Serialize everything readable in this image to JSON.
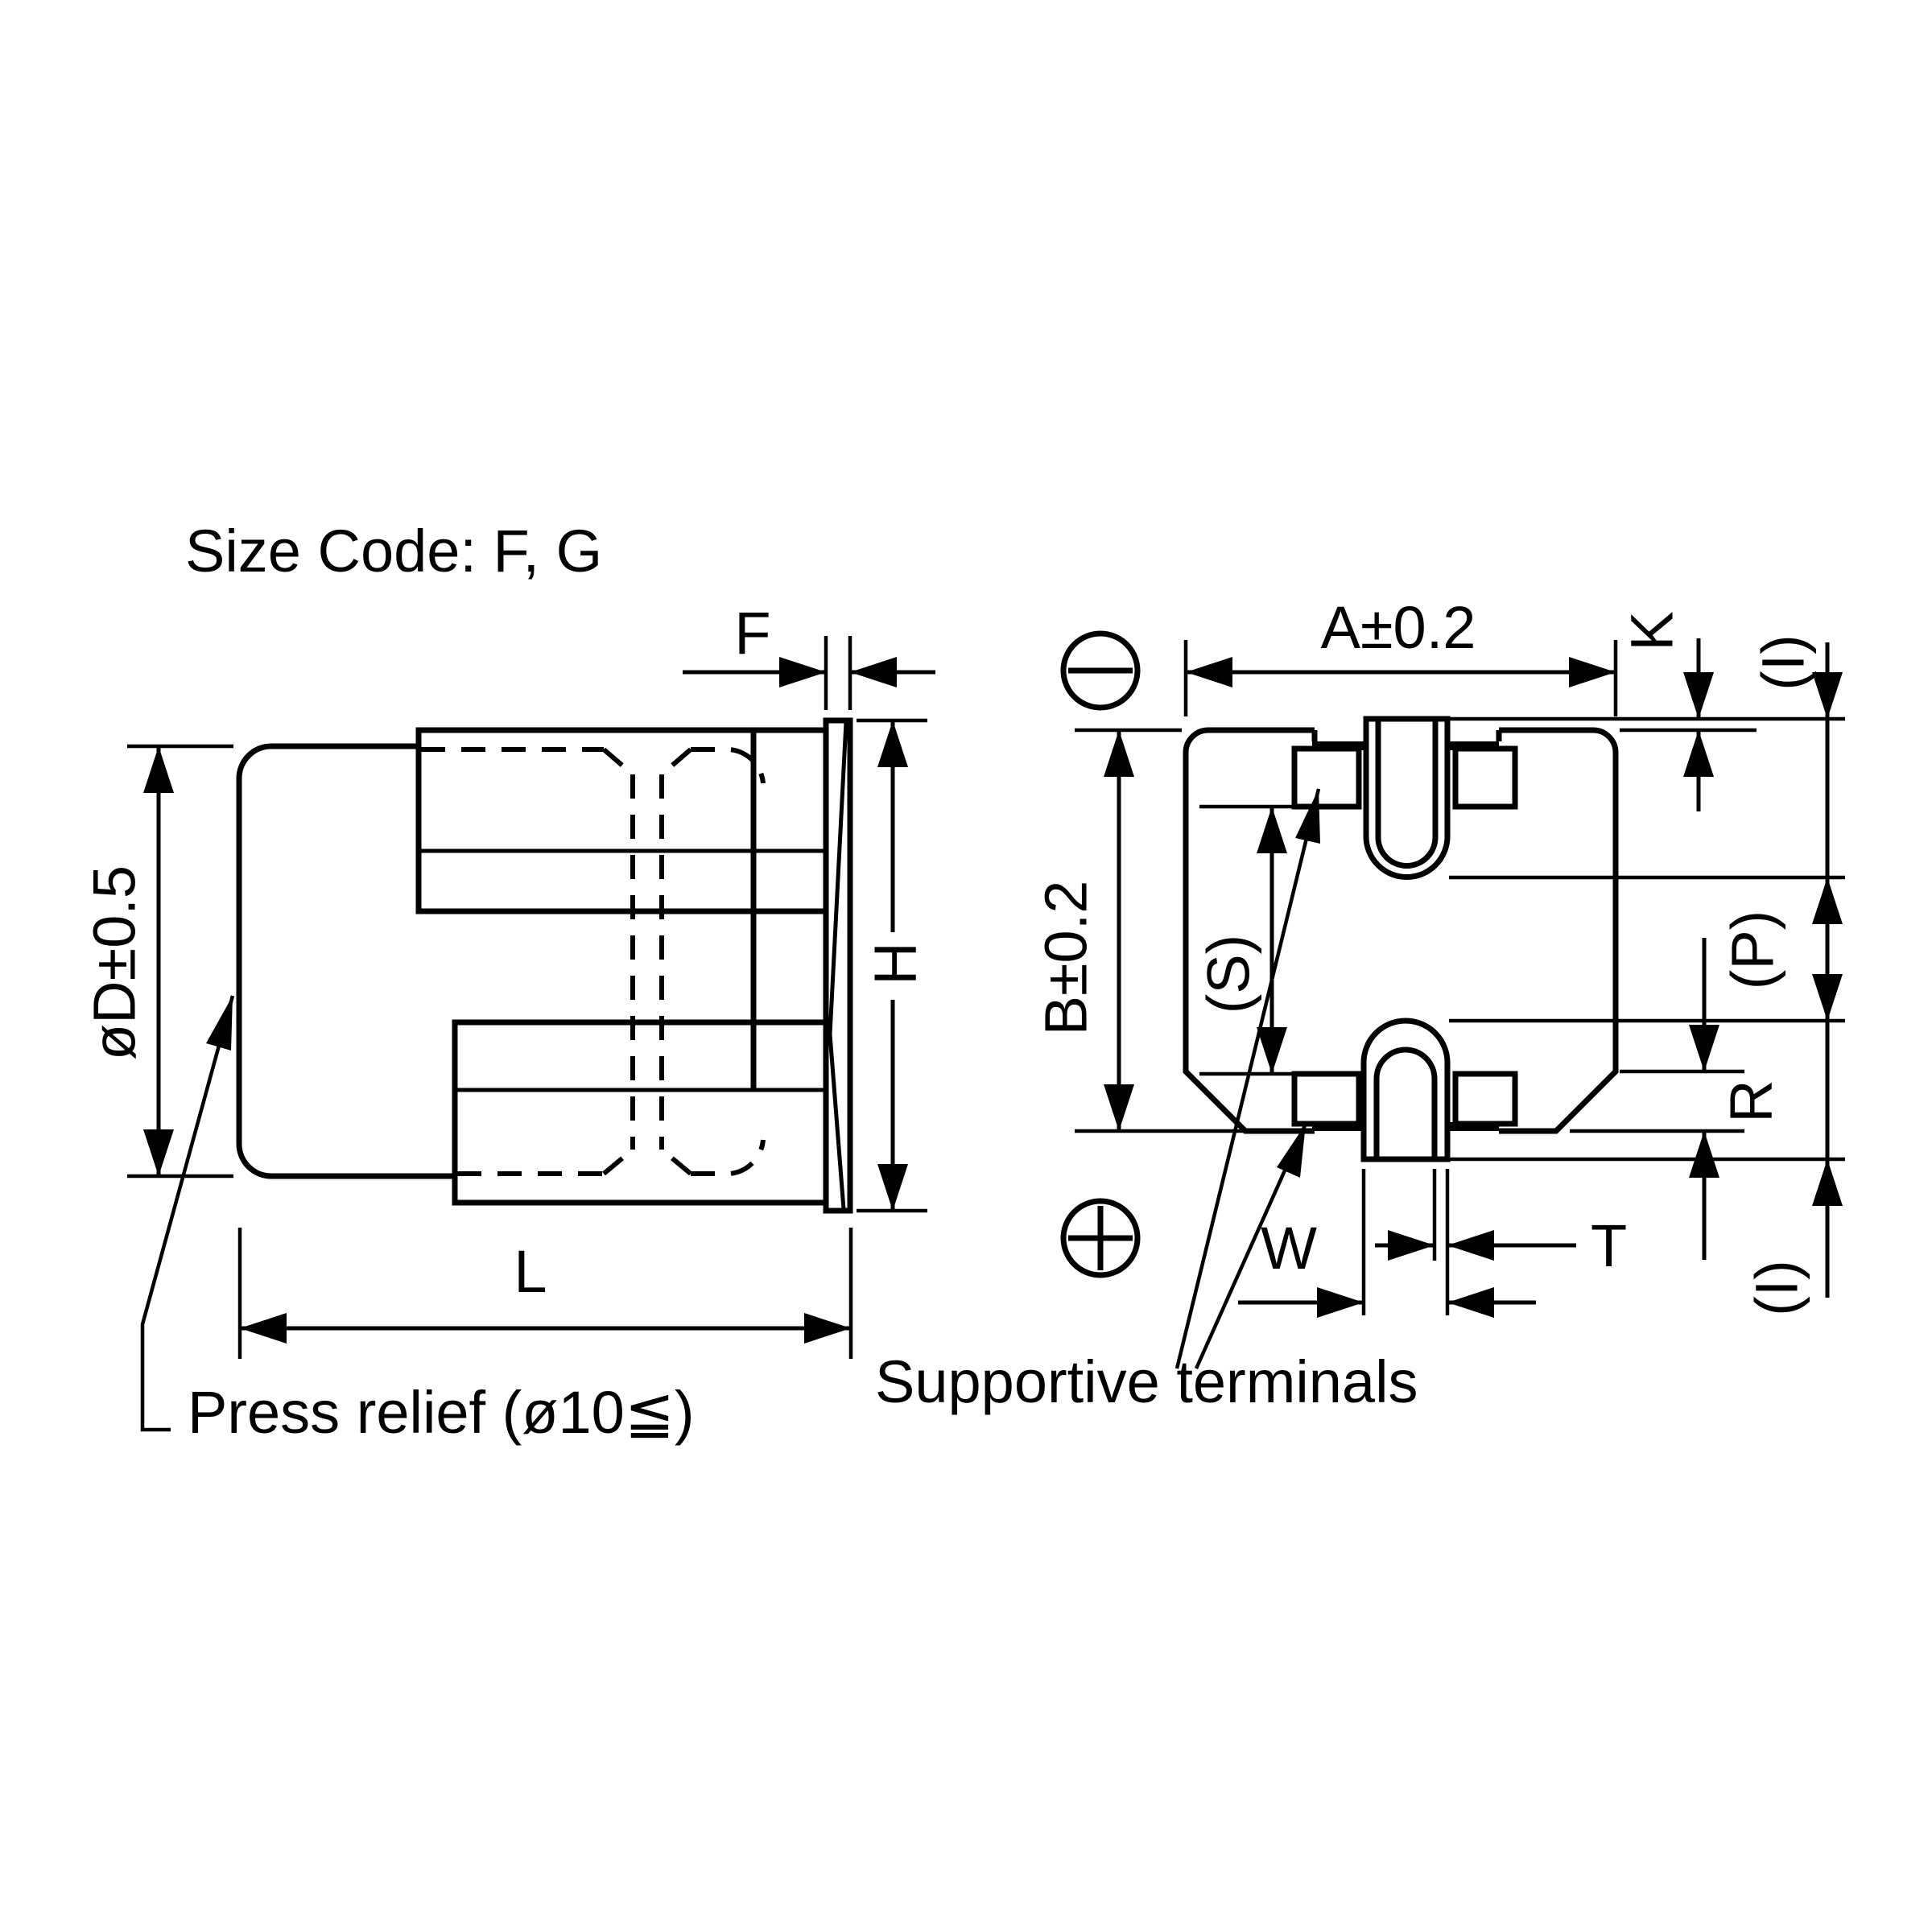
{
  "drawing": {
    "title": "Size Code: F, G",
    "ink_color": "#000000",
    "paper_color": "#ffffff",
    "side_view": {
      "dim_f": "F",
      "dim_diameter": "øD±0.5",
      "dim_h": "H",
      "dim_l": "L",
      "press_relief_label": "Press relief (ø10≦)"
    },
    "bottom_view": {
      "dim_a": "A±0.2",
      "dim_k": "K",
      "dim_i_top": "(I)",
      "dim_b": "B±0.2",
      "dim_s": "(S)",
      "dim_p": "(P)",
      "dim_r": "R",
      "dim_i_bottom": "(I)",
      "dim_w": "W",
      "dim_t": "T",
      "supportive_label": "Supportive terminals",
      "polarity_negative": "−",
      "polarity_positive": "+"
    }
  }
}
